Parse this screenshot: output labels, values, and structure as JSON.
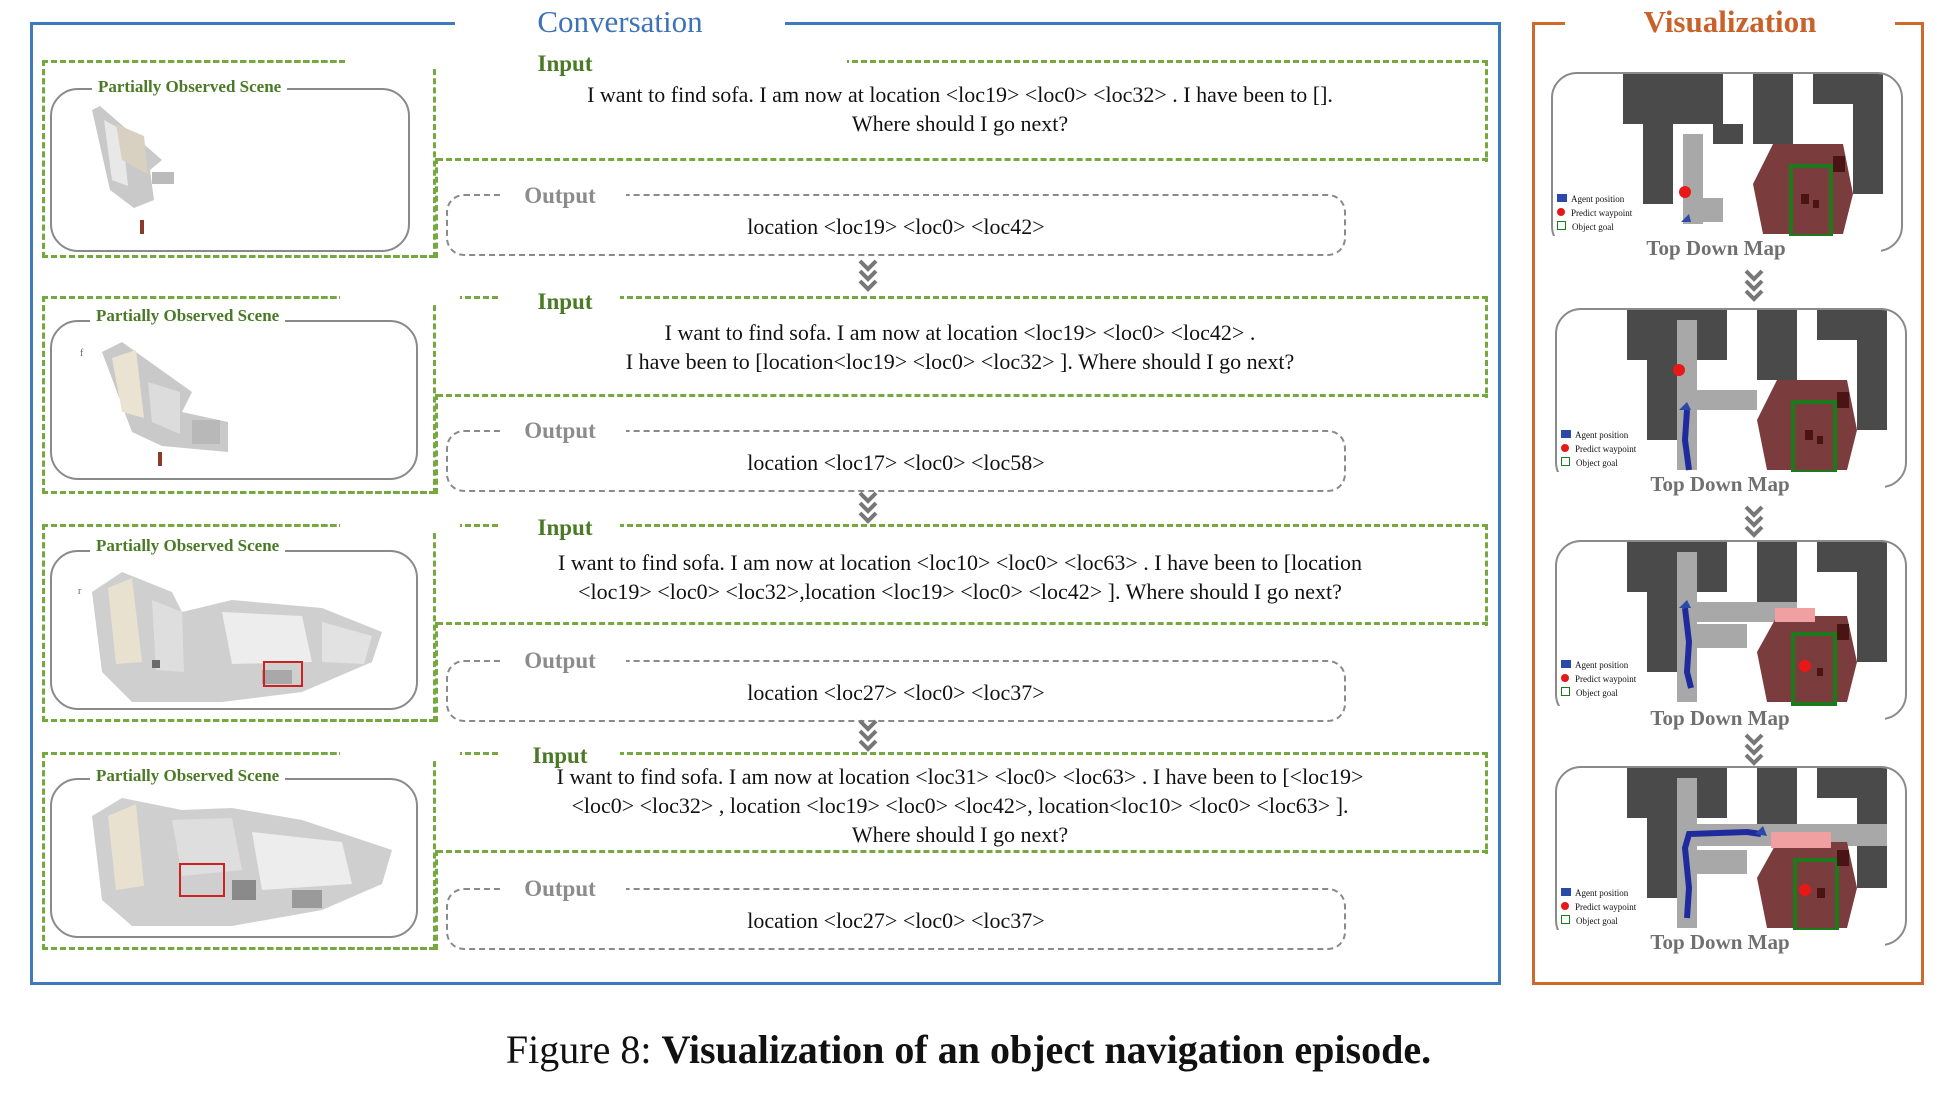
{
  "conversation_title": "Conversation",
  "visualization_title": "Visualization",
  "rounds": [
    {
      "scene_label": "Partially Observed Scene",
      "input_label": "Input",
      "input_lines": [
        "I want to find sofa. I am now at location <loc19>  <loc0>  <loc32> .  I have been to [].",
        "Where should I go next?"
      ],
      "output_label": "Output",
      "output_text": "location <loc19>  <loc0>  <loc42>"
    },
    {
      "scene_label": "Partially Observed Scene",
      "input_label": "Input",
      "input_lines": [
        "I want to find sofa. I am now at location <loc19>  <loc0>  <loc42> .",
        "I have been to [location<loc19>  <loc0>  <loc32> ].  Where should I go next?"
      ],
      "output_label": "Output",
      "output_text": "location <loc17>  <loc0>  <loc58>"
    },
    {
      "scene_label": "Partially Observed Scene",
      "input_label": "Input",
      "input_lines": [
        "I want to find sofa. I am now at location <loc10>  <loc0>  <loc63> .  I have been to [location",
        "<loc19>  <loc0>  <loc32>,location <loc19>  <loc0>  <loc42> ].  Where should I go next?"
      ],
      "output_label": "Output",
      "output_text": "location <loc27>  <loc0>  <loc37>"
    },
    {
      "scene_label": "Partially Observed Scene",
      "input_label": "Input",
      "input_lines": [
        "I want to find sofa. I am now at location <loc31>  <loc0>  <loc63> .   I have been to [<loc19>",
        "<loc0>  <loc32> , location <loc19>  <loc0>  <loc42>, location<loc10>  <loc0>  <loc63> ].",
        "Where should I go next?"
      ],
      "output_label": "Output",
      "output_text": "location <loc27>  <loc0>  <loc37>"
    }
  ],
  "maps": [
    {
      "caption": "Top Down Map",
      "legend": [
        "Agent position",
        "Predict waypoint",
        "Object goal"
      ]
    },
    {
      "caption": "Top Down Map",
      "legend": [
        "Agent position",
        "Predict waypoint",
        "Object goal"
      ]
    },
    {
      "caption": "Top Down Map",
      "legend": [
        "Agent position",
        "Predict waypoint",
        "Object goal"
      ]
    },
    {
      "caption": "Top Down Map",
      "legend": [
        "Agent position",
        "Predict waypoint",
        "Object goal"
      ]
    }
  ],
  "figure_caption": {
    "prefix": "Figure 8: ",
    "bold": "Visualization of an object navigation episode."
  },
  "colors": {
    "conversation_border": "#3d7bbd",
    "visualization_border": "#cc6b2c",
    "input_dash": "#76a840",
    "output_dash": "#8a8a8a",
    "map_walls": "#4a4a4a",
    "map_explored": "#a8a8a8",
    "map_goal_room": "#7a3c3c",
    "map_goal_box": "#1c7a1c",
    "map_path": "#1f2a9c",
    "map_waypoint": "#e81818"
  }
}
